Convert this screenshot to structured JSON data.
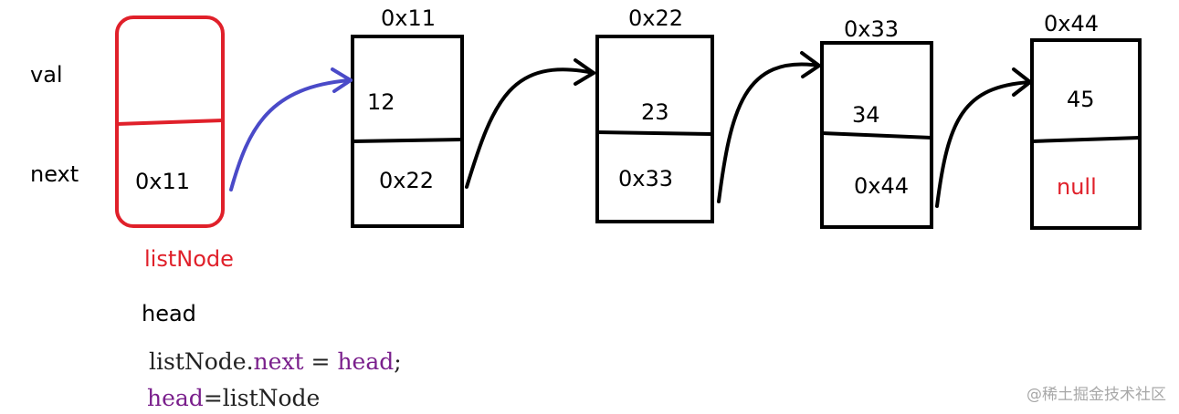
{
  "row_labels": {
    "val": "val",
    "next": "next"
  },
  "listnode": {
    "label": "listNode",
    "next_value": "0x11"
  },
  "nodes": [
    {
      "address": "0x11",
      "val": "12",
      "next": "0x22"
    },
    {
      "address": "0x22",
      "val": "23",
      "next": "0x33"
    },
    {
      "address": "0x33",
      "val": "34",
      "next": "0x44"
    },
    {
      "address": "0x44",
      "val": "45",
      "next": "null"
    }
  ],
  "head_label": "head",
  "code": {
    "line1": {
      "obj": "listNode.",
      "field": "next",
      "op": " = ",
      "var": "head",
      "end": ";"
    },
    "line2": {
      "var": "head",
      "rest": "=listNode"
    }
  },
  "watermark": "@稀土掘金技术社区",
  "colors": {
    "accent_red": "#e0202a",
    "arrow_blue": "#4a4ac8",
    "keyword_purple": "#7a1f8c"
  }
}
